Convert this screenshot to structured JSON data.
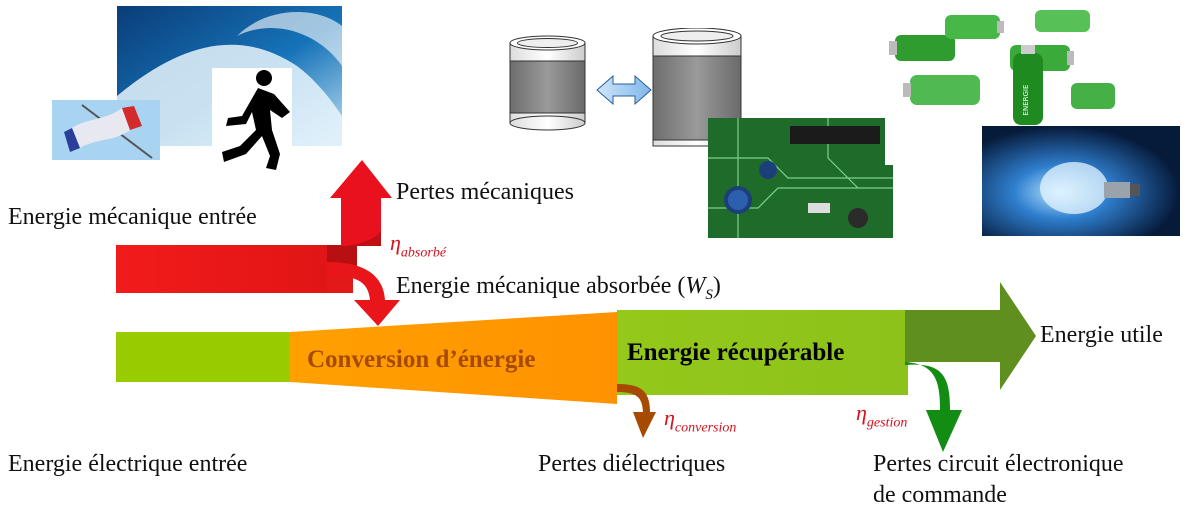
{
  "labels": {
    "mech_in": "Energie mécanique entrée",
    "mech_losses": "Pertes mécaniques",
    "mech_absorbed": "Energie mécanique absorbée (",
    "mech_absorbed_var": "W",
    "mech_absorbed_sub": "S",
    "mech_absorbed_close": ")",
    "elec_in": "Energie électrique entrée",
    "conversion": "Conversion d’énergie",
    "recoverable": "Energie récupérable",
    "useful": "Energie utile",
    "dielectric_losses": "Pertes diélectriques",
    "circuit_losses_1": "Pertes circuit électronique",
    "circuit_losses_2": "de commande"
  },
  "efficiencies": {
    "eta_symbol": "η",
    "absorbed": "absorbé",
    "conversion": "conversion",
    "management": "gestion"
  },
  "colors": {
    "mech_red": "#f21b1b",
    "dark_red": "#b80f12",
    "elec_green": "#99cc00",
    "orange": "#ff9900",
    "dark_orange": "#a64a00",
    "dark_green": "#5f8f1f",
    "arrow_green": "#128c12",
    "eta_red": "#d3131f"
  },
  "illustrations": [
    "ocean-wave-photo",
    "french-flag-photo",
    "runner-silhouette",
    "capacitor-cylinders",
    "circuit-board-photo",
    "batteries-photo",
    "light-bulb-photo"
  ]
}
